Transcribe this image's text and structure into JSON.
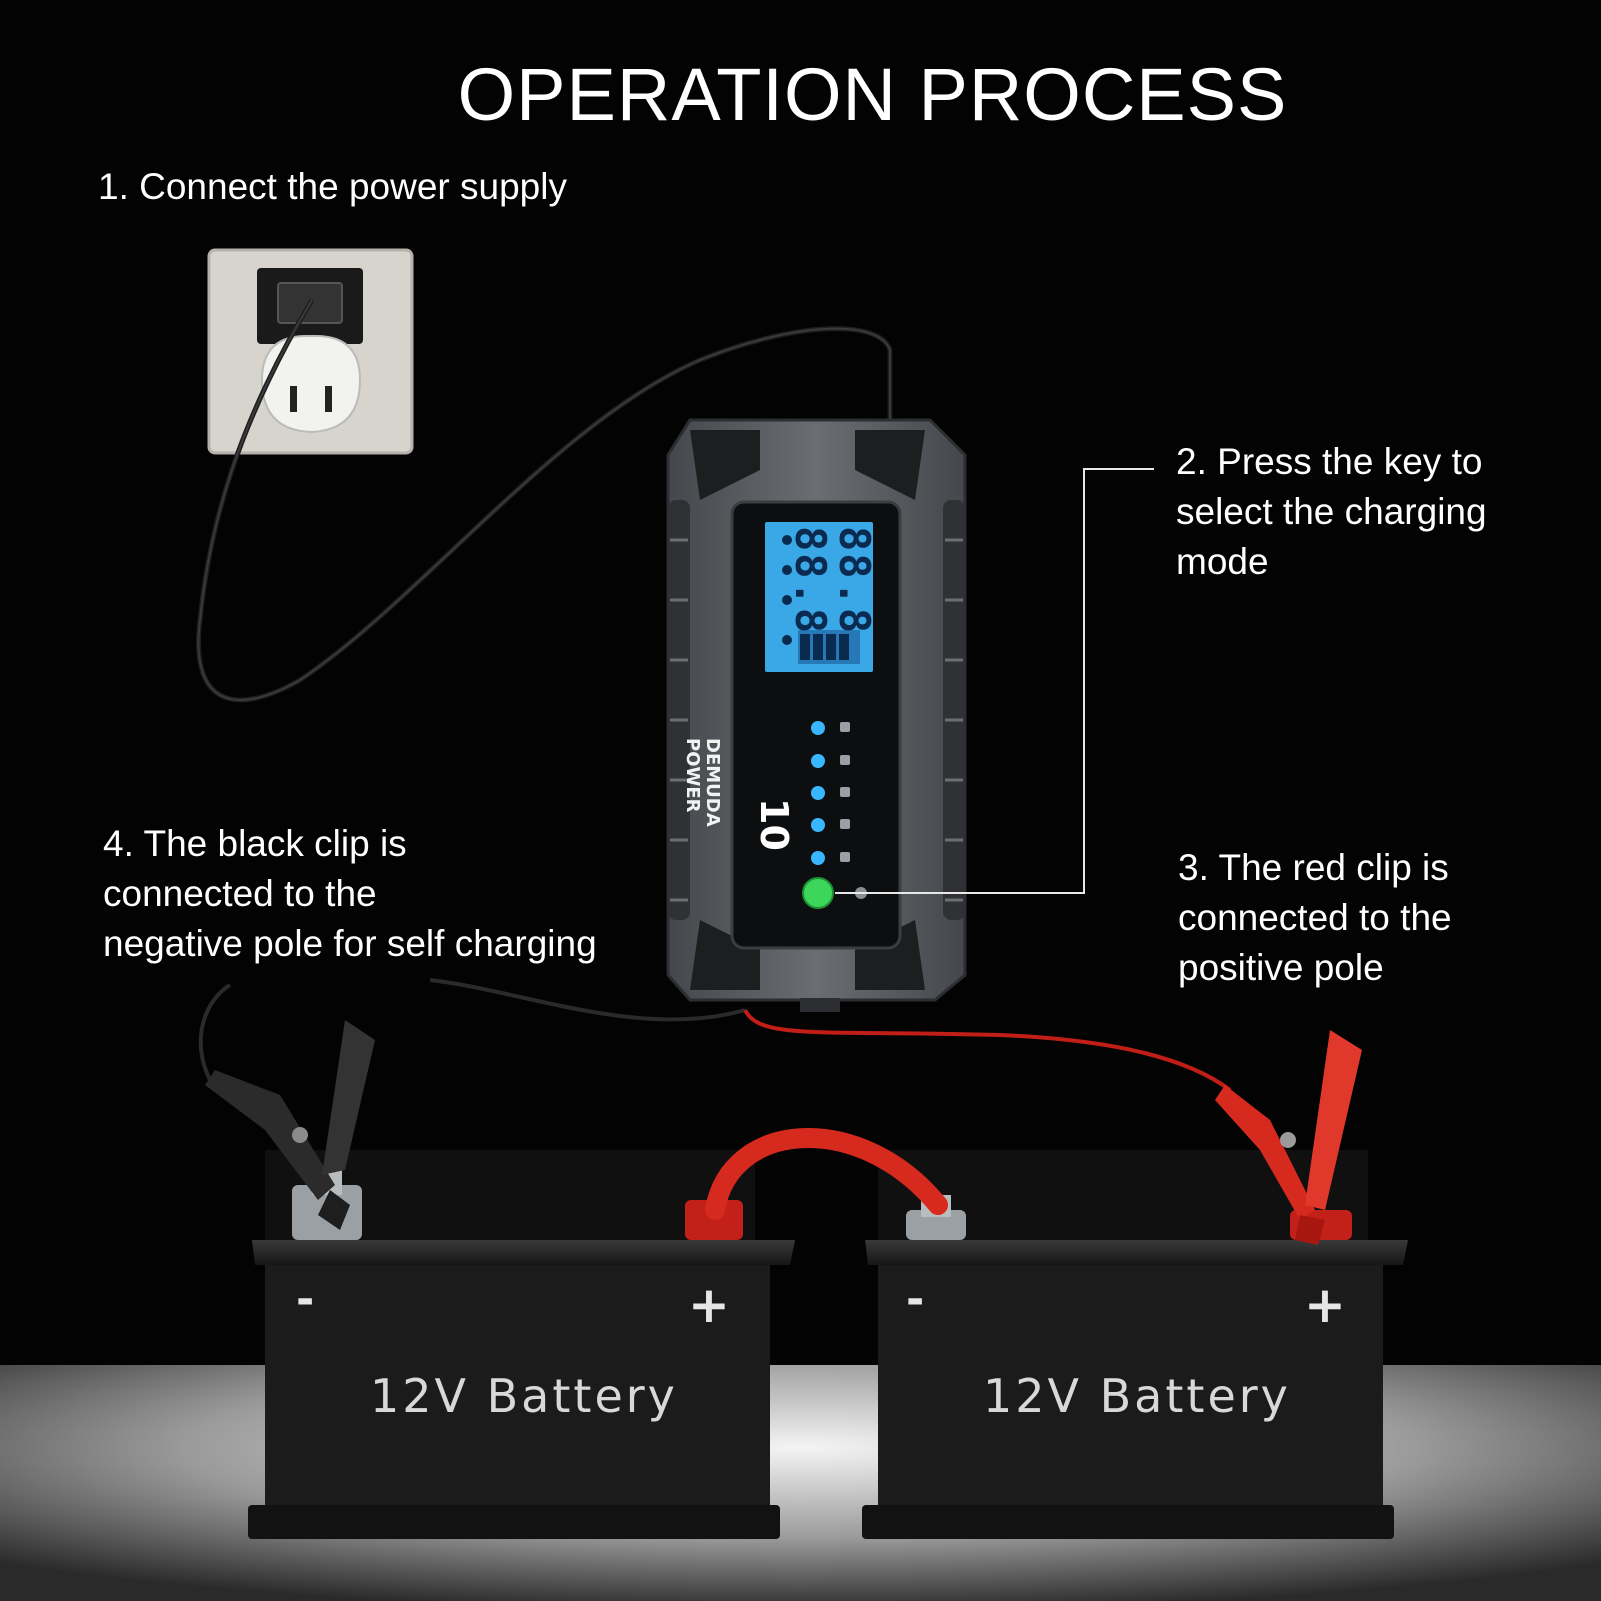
{
  "title": "OPERATION PROCESS",
  "steps": {
    "s1": "1. Connect the power supply",
    "s2": [
      "2. Press the key to",
      "select the charging",
      "mode"
    ],
    "s3": [
      "3. The red clip is",
      "connected to the",
      "positive pole"
    ],
    "s4": [
      "4. The black clip is",
      "connected to the",
      "negative pole for self charging"
    ]
  },
  "charger": {
    "brand": [
      "DEMUDA",
      "POWER"
    ],
    "model": "10",
    "lcd_digits": [
      "88.8",
      "88.8"
    ]
  },
  "batteries": {
    "label": "12V Battery",
    "minus": "-",
    "plus": "+"
  },
  "colors": {
    "background": "#030303",
    "charger_body": "#5a5d61",
    "lcd": "#3aa8e6",
    "red_clip": "#d62a1e",
    "black_clip": "#2b2b2b"
  }
}
